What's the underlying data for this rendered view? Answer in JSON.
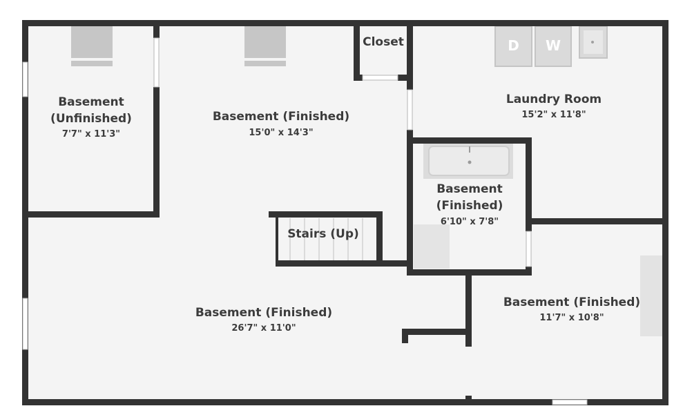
{
  "rooms": {
    "basement_unfinished": {
      "name_line1": "Basement",
      "name_line2": "(Unfinished)",
      "dims": "7'7\" x 11'3\""
    },
    "basement_top": {
      "name": "Basement (Finished)",
      "dims": "15'0\" x 14'3\""
    },
    "closet": {
      "name": "Closet"
    },
    "laundry": {
      "name": "Laundry Room",
      "dims": "15'2\" x 11'8\""
    },
    "bath": {
      "name_line1": "Basement",
      "name_line2": "(Finished)",
      "dims": "6'10\" x 7'8\""
    },
    "stairs": {
      "name": "Stairs (Up)"
    },
    "basement_main": {
      "name": "Basement (Finished)",
      "dims": "26'7\" x 11'0\""
    },
    "basement_right": {
      "name": "Basement (Finished)",
      "dims": "11'7\" x 10'8\""
    }
  },
  "appliances": {
    "dryer": "D",
    "washer": "W"
  },
  "colors": {
    "wall": "#333333",
    "floor": "#f4f4f4",
    "fixture": "#d0d0d0",
    "window": "#ffffff"
  }
}
